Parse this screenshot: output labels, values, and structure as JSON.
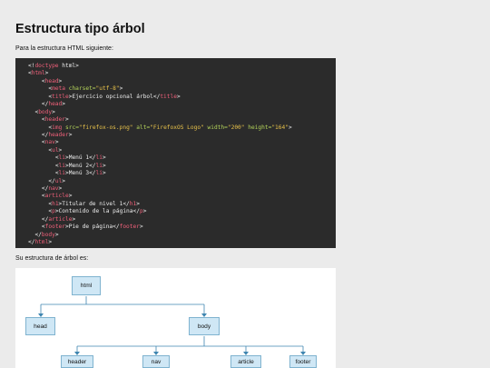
{
  "heading": "Estructura tipo árbol",
  "intro_text": "Para la estructura HTML siguiente:",
  "code_lines": [
    {
      "indent": 0,
      "parts": [
        [
          "t",
          "<!"
        ],
        [
          "tag",
          "doctype"
        ],
        [
          "t",
          " html>"
        ]
      ]
    },
    {
      "indent": 0,
      "parts": [
        [
          "t",
          "<"
        ],
        [
          "tag",
          "html"
        ],
        [
          "t",
          ">"
        ]
      ]
    },
    {
      "indent": 4,
      "parts": [
        [
          "t",
          "<"
        ],
        [
          "tag",
          "head"
        ],
        [
          "t",
          ">"
        ]
      ]
    },
    {
      "indent": 6,
      "parts": [
        [
          "t",
          "<"
        ],
        [
          "tag",
          "meta"
        ],
        [
          "t",
          " "
        ],
        [
          "attr",
          "charset="
        ],
        [
          "val",
          "\"utf-8\""
        ],
        [
          "t",
          ">"
        ]
      ]
    },
    {
      "indent": 6,
      "parts": [
        [
          "t",
          "<"
        ],
        [
          "tag",
          "title"
        ],
        [
          "t",
          ">Ejercicio opcional árbol</"
        ],
        [
          "tag",
          "title"
        ],
        [
          "t",
          ">"
        ]
      ]
    },
    {
      "indent": 4,
      "parts": [
        [
          "t",
          "</"
        ],
        [
          "tag",
          "head"
        ],
        [
          "t",
          ">"
        ]
      ]
    },
    {
      "indent": 2,
      "parts": [
        [
          "t",
          "<"
        ],
        [
          "tag",
          "body"
        ],
        [
          "t",
          ">"
        ]
      ]
    },
    {
      "indent": 4,
      "parts": [
        [
          "t",
          "<"
        ],
        [
          "tag",
          "header"
        ],
        [
          "t",
          ">"
        ]
      ]
    },
    {
      "indent": 6,
      "parts": [
        [
          "t",
          "<"
        ],
        [
          "tag",
          "img"
        ],
        [
          "t",
          " "
        ],
        [
          "attr",
          "src="
        ],
        [
          "val",
          "\"firefox-os.png\""
        ],
        [
          "t",
          " "
        ],
        [
          "attr",
          "alt="
        ],
        [
          "val",
          "\"FirefoxOS Logo\""
        ],
        [
          "t",
          " "
        ],
        [
          "attr",
          "width="
        ],
        [
          "val",
          "\"200\""
        ],
        [
          "t",
          " "
        ],
        [
          "attr",
          "height="
        ],
        [
          "val",
          "\"164\""
        ],
        [
          "t",
          ">"
        ]
      ]
    },
    {
      "indent": 4,
      "parts": [
        [
          "t",
          "</"
        ],
        [
          "tag",
          "header"
        ],
        [
          "t",
          ">"
        ]
      ]
    },
    {
      "indent": 4,
      "parts": [
        [
          "t",
          "<"
        ],
        [
          "tag",
          "nav"
        ],
        [
          "t",
          ">"
        ]
      ]
    },
    {
      "indent": 6,
      "parts": [
        [
          "t",
          "<"
        ],
        [
          "tag",
          "ul"
        ],
        [
          "t",
          ">"
        ]
      ]
    },
    {
      "indent": 8,
      "parts": [
        [
          "t",
          "<"
        ],
        [
          "tag",
          "li"
        ],
        [
          "t",
          ">Menú 1</"
        ],
        [
          "tag",
          "li"
        ],
        [
          "t",
          ">"
        ]
      ]
    },
    {
      "indent": 8,
      "parts": [
        [
          "t",
          "<"
        ],
        [
          "tag",
          "li"
        ],
        [
          "t",
          ">Menú 2</"
        ],
        [
          "tag",
          "li"
        ],
        [
          "t",
          ">"
        ]
      ]
    },
    {
      "indent": 8,
      "parts": [
        [
          "t",
          "<"
        ],
        [
          "tag",
          "li"
        ],
        [
          "t",
          ">Menú 3</"
        ],
        [
          "tag",
          "li"
        ],
        [
          "t",
          ">"
        ]
      ]
    },
    {
      "indent": 6,
      "parts": [
        [
          "t",
          "</"
        ],
        [
          "tag",
          "ul"
        ],
        [
          "t",
          ">"
        ]
      ]
    },
    {
      "indent": 4,
      "parts": [
        [
          "t",
          "</"
        ],
        [
          "tag",
          "nav"
        ],
        [
          "t",
          ">"
        ]
      ]
    },
    {
      "indent": 4,
      "parts": [
        [
          "t",
          "<"
        ],
        [
          "tag",
          "article"
        ],
        [
          "t",
          ">"
        ]
      ]
    },
    {
      "indent": 6,
      "parts": [
        [
          "t",
          "<"
        ],
        [
          "tag",
          "h1"
        ],
        [
          "t",
          ">Titular de nivel 1</"
        ],
        [
          "tag",
          "h1"
        ],
        [
          "t",
          ">"
        ]
      ]
    },
    {
      "indent": 6,
      "parts": [
        [
          "t",
          "<"
        ],
        [
          "tag",
          "p"
        ],
        [
          "t",
          ">Contenido de la página</"
        ],
        [
          "tag",
          "p"
        ],
        [
          "t",
          ">"
        ]
      ]
    },
    {
      "indent": 4,
      "parts": [
        [
          "t",
          "</"
        ],
        [
          "tag",
          "article"
        ],
        [
          "t",
          ">"
        ]
      ]
    },
    {
      "indent": 4,
      "parts": [
        [
          "t",
          "<"
        ],
        [
          "tag",
          "footer"
        ],
        [
          "t",
          ">Pie de página</"
        ],
        [
          "tag",
          "footer"
        ],
        [
          "t",
          ">"
        ]
      ]
    },
    {
      "indent": 2,
      "parts": [
        [
          "t",
          "</"
        ],
        [
          "tag",
          "body"
        ],
        [
          "t",
          ">"
        ]
      ]
    },
    {
      "indent": 0,
      "parts": [
        [
          "t",
          "</"
        ],
        [
          "tag",
          "html"
        ],
        [
          "t",
          ">"
        ]
      ]
    }
  ],
  "caption_text": "Su estructura de árbol es:",
  "tree": {
    "root": "html",
    "level1": [
      "head",
      "body"
    ],
    "body_children": [
      "header",
      "nav",
      "article",
      "footer"
    ]
  },
  "colors": {
    "code_tag": "#f0607a",
    "code_attr": "#b5d45a",
    "code_value": "#e8c24a",
    "node_fill": "#cfe7f5",
    "node_border": "#7fb3cf"
  }
}
